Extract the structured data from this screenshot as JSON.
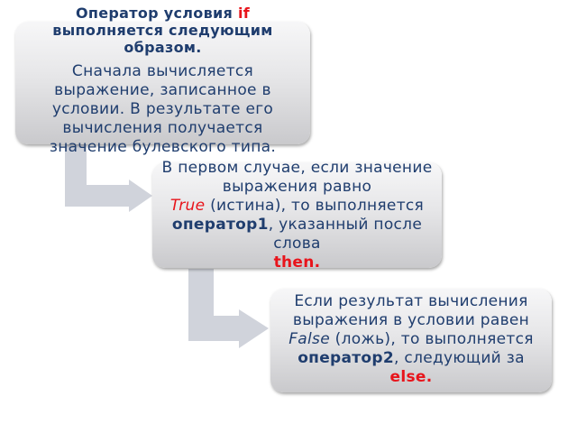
{
  "diagram": {
    "colors": {
      "text": "#1f3d6e",
      "highlight": "#e8141b",
      "arrow": "#d0d3db",
      "box_top": "#f7f7f8",
      "box_bottom": "#c9c9cc"
    },
    "step1": {
      "title_part1": "Оператор условия ",
      "title_keyword": "if",
      "title_part2": "выполняется следующим образом.",
      "body": "Сначала вычисляется выражение, записанное в условии. В результате его вычисления получается значение булевского типа."
    },
    "step2": {
      "line1": "В первом случае, если значение выражения равно",
      "true_word": "True",
      "line2": " (истина), то выполняется ",
      "operator": "оператор1",
      "line3": ", указанный после слова",
      "keyword": "then."
    },
    "step3": {
      "line1": "Если результат вычисления выражения в условии равен ",
      "false_word": "False",
      "line2": " (ложь), то выполняется ",
      "operator": "оператор2",
      "line3": ", следующий за ",
      "keyword": "else."
    },
    "arrows": [
      {
        "from": "step1",
        "to": "step2",
        "icon": "elbow-arrow-right"
      },
      {
        "from": "step2",
        "to": "step3",
        "icon": "elbow-arrow-right"
      }
    ]
  }
}
